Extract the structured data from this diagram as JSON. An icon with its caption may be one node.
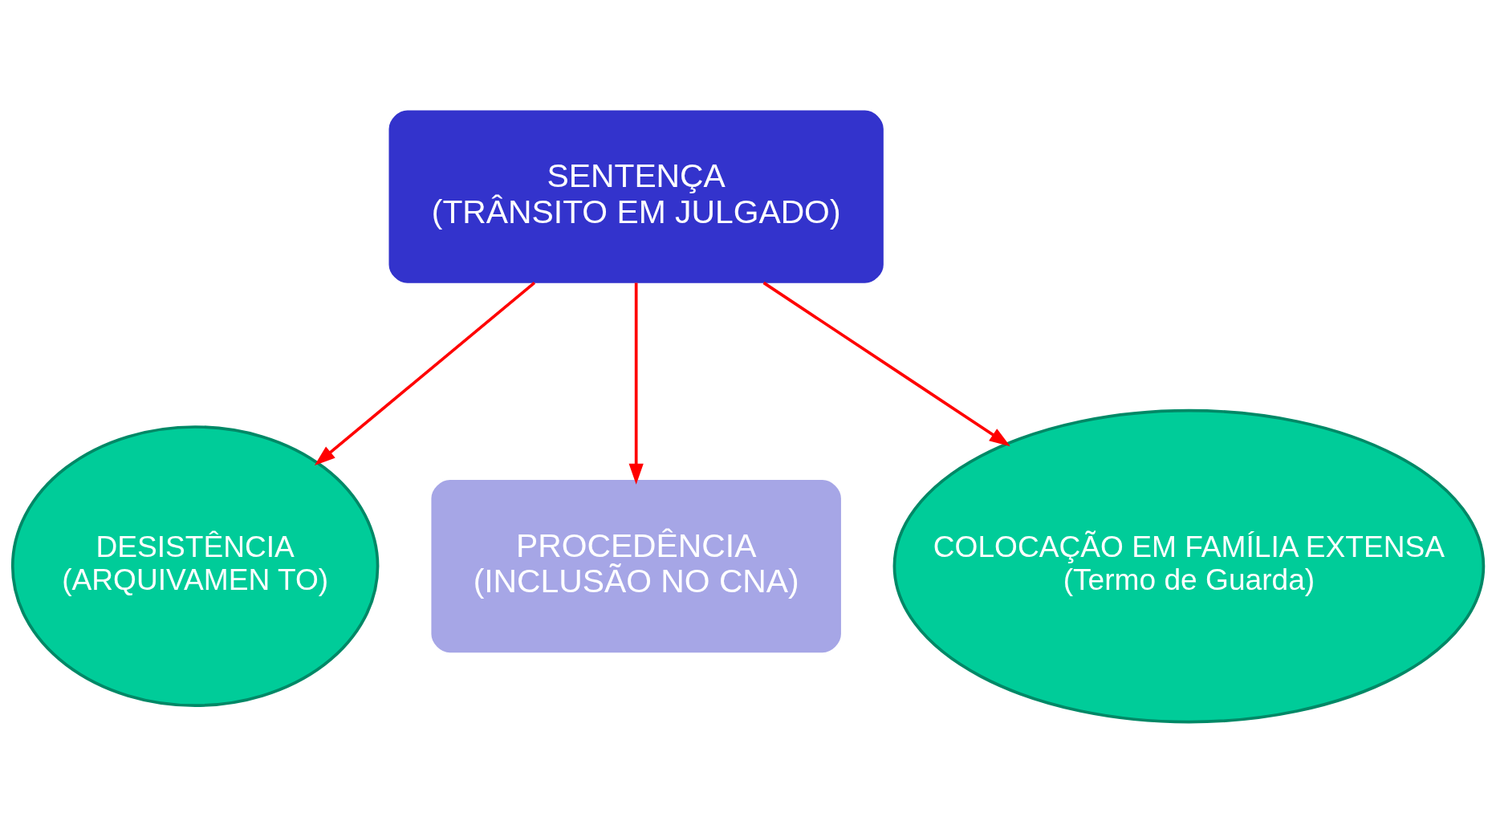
{
  "diagram": {
    "nodes": [
      {
        "text": [
          "SENTENÇA",
          "(TRÂNSITO EM JULGADO)"
        ]
      },
      {
        "text": [
          "DESISTÊNCIA",
          "(ARQUIVAMEN TO)"
        ]
      },
      {
        "text": [
          "PROCEDÊNCIA",
          "(INCLUSÃO NO CNA)"
        ]
      },
      {
        "text": [
          "COLOCAÇÃO EM FAMÍLIA EXTENSA",
          "(Termo de Guarda)"
        ]
      }
    ],
    "edges": [
      {
        "from": 0,
        "to": 1,
        "arrow": "to"
      },
      {
        "from": 0,
        "to": 2,
        "arrow": "to"
      },
      {
        "from": 0,
        "to": 3,
        "arrow": "to"
      }
    ]
  }
}
